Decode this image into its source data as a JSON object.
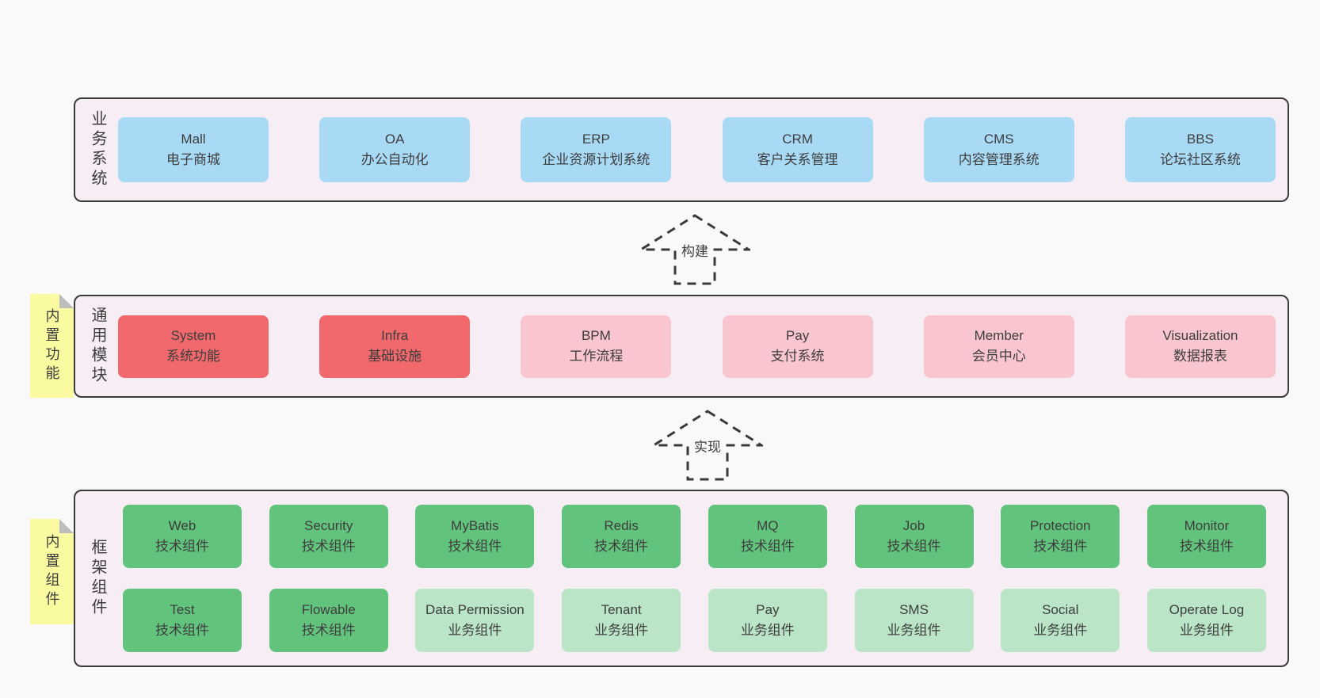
{
  "palette": {
    "page_bg": "#f9f9f9",
    "panel_bg": "#f7edf5",
    "panel_border": "#3a3a3a",
    "blue": "#a9daf5",
    "red": "#f1696c",
    "pink": "#f9c6cf",
    "green": "#62c37d",
    "green_light": "#bbe5c7",
    "sticky_yellow": "#fafaa0",
    "sticky_fold": "#bdbdbd",
    "text": "#3d3d3d"
  },
  "arrows": [
    {
      "label": "构建"
    },
    {
      "label": "实现"
    }
  ],
  "sections": [
    {
      "label": "业务系统",
      "boxes": [
        {
          "title": "Mall",
          "subtitle": "电子商城",
          "variant": "blue"
        },
        {
          "title": "OA",
          "subtitle": "办公自动化",
          "variant": "blue"
        },
        {
          "title": "ERP",
          "subtitle": "企业资源计划系统",
          "variant": "blue"
        },
        {
          "title": "CRM",
          "subtitle": "客户关系管理",
          "variant": "blue"
        },
        {
          "title": "CMS",
          "subtitle": "内容管理系统",
          "variant": "blue"
        },
        {
          "title": "BBS",
          "subtitle": "论坛社区系统",
          "variant": "blue"
        }
      ]
    },
    {
      "label": "通用模块",
      "sticky": "内置功能",
      "boxes": [
        {
          "title": "System",
          "subtitle": "系统功能",
          "variant": "red"
        },
        {
          "title": "Infra",
          "subtitle": "基础设施",
          "variant": "red"
        },
        {
          "title": "BPM",
          "subtitle": "工作流程",
          "variant": "pink"
        },
        {
          "title": "Pay",
          "subtitle": "支付系统",
          "variant": "pink"
        },
        {
          "title": "Member",
          "subtitle": "会员中心",
          "variant": "pink"
        },
        {
          "title": "Visualization",
          "subtitle": "数据报表",
          "variant": "pink"
        }
      ]
    },
    {
      "label": "框架组件",
      "sticky": "内置组件",
      "rows": [
        [
          {
            "title": "Web",
            "subtitle": "技术组件",
            "variant": "green"
          },
          {
            "title": "Security",
            "subtitle": "技术组件",
            "variant": "green"
          },
          {
            "title": "MyBatis",
            "subtitle": "技术组件",
            "variant": "green"
          },
          {
            "title": "Redis",
            "subtitle": "技术组件",
            "variant": "green"
          },
          {
            "title": "MQ",
            "subtitle": "技术组件",
            "variant": "green"
          },
          {
            "title": "Job",
            "subtitle": "技术组件",
            "variant": "green"
          },
          {
            "title": "Protection",
            "subtitle": "技术组件",
            "variant": "green"
          },
          {
            "title": "Monitor",
            "subtitle": "技术组件",
            "variant": "green"
          }
        ],
        [
          {
            "title": "Test",
            "subtitle": "技术组件",
            "variant": "green"
          },
          {
            "title": "Flowable",
            "subtitle": "技术组件",
            "variant": "green"
          },
          {
            "title": "Data Permission",
            "subtitle": "业务组件",
            "variant": "green-light"
          },
          {
            "title": "Tenant",
            "subtitle": "业务组件",
            "variant": "green-light"
          },
          {
            "title": "Pay",
            "subtitle": "业务组件",
            "variant": "green-light"
          },
          {
            "title": "SMS",
            "subtitle": "业务组件",
            "variant": "green-light"
          },
          {
            "title": "Social",
            "subtitle": "业务组件",
            "variant": "green-light"
          },
          {
            "title": "Operate Log",
            "subtitle": "业务组件",
            "variant": "green-light"
          }
        ]
      ]
    }
  ]
}
